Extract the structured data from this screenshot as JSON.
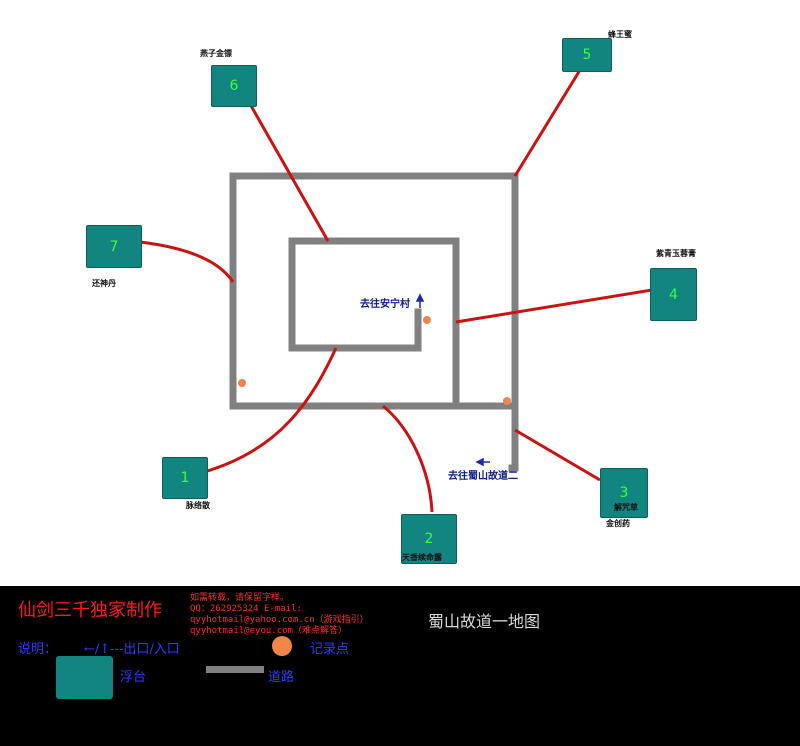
{
  "platforms": [
    {
      "num": "1",
      "name": "脉络散"
    },
    {
      "num": "2",
      "name": "天香续命露"
    },
    {
      "num": "3",
      "name": "解咒草",
      "name2": "金创药"
    },
    {
      "num": "4",
      "name": "紫青玉蓉膏"
    },
    {
      "num": "5",
      "name": "蜂王蜜"
    },
    {
      "num": "6",
      "name": "燕子金镖"
    },
    {
      "num": "7",
      "name": "还神丹"
    }
  ],
  "destinations": {
    "anning": "去往安宁村",
    "shushan2": "去往蜀山故道二"
  },
  "legend": {
    "author": "仙剑三千独家制作",
    "note1": "如需转载，请保留字样。",
    "note2": "QQ：262925324   E-mail:",
    "note3": "qyyhotmail@yahoo.com.cn（游戏指引）",
    "note4": "qyyhotmail@eyou.com（难点解答）",
    "map_name": "蜀山故道一地图",
    "explain": "说明：",
    "arrows": "←/↑---出口/入口",
    "save_point": "记录点",
    "platform": "浮台",
    "road": "道路"
  },
  "colors": {
    "platform": "#138580",
    "platform_number": "#3bff3b",
    "road": "#808080",
    "link_line": "#cc1111",
    "save_point": "#f0864a",
    "arrow": "#1a2ab0"
  }
}
